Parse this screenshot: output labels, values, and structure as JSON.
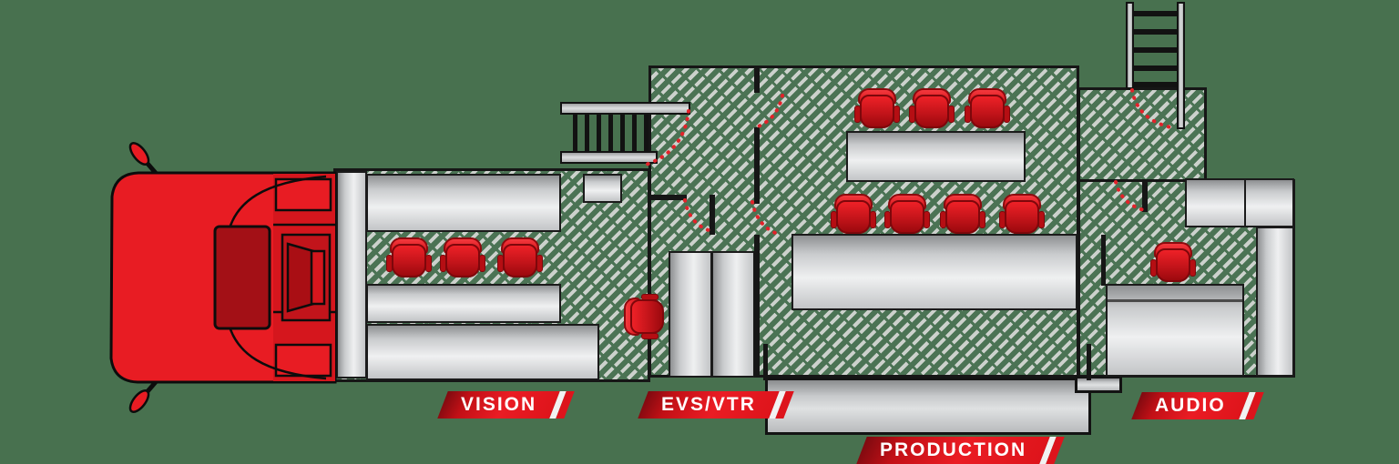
{
  "rooms": [
    {
      "label": "VISION",
      "chairs": 3
    },
    {
      "label": "EVS/VTR",
      "chairs": 1
    },
    {
      "label": "PRODUCTION",
      "chairs": 7
    },
    {
      "label": "AUDIO",
      "chairs": 1
    }
  ],
  "colors": {
    "background_green": "#48714f",
    "hatch_gray": "#ccd1cc",
    "wall_black": "#161616",
    "desk_gray": "#d9dbdc",
    "chair_red": "#d8151b",
    "door_arc_red": "#e3222a",
    "truck_red": "#e81c23",
    "label_red": "#e0161d",
    "label_text": "#ffffff"
  }
}
